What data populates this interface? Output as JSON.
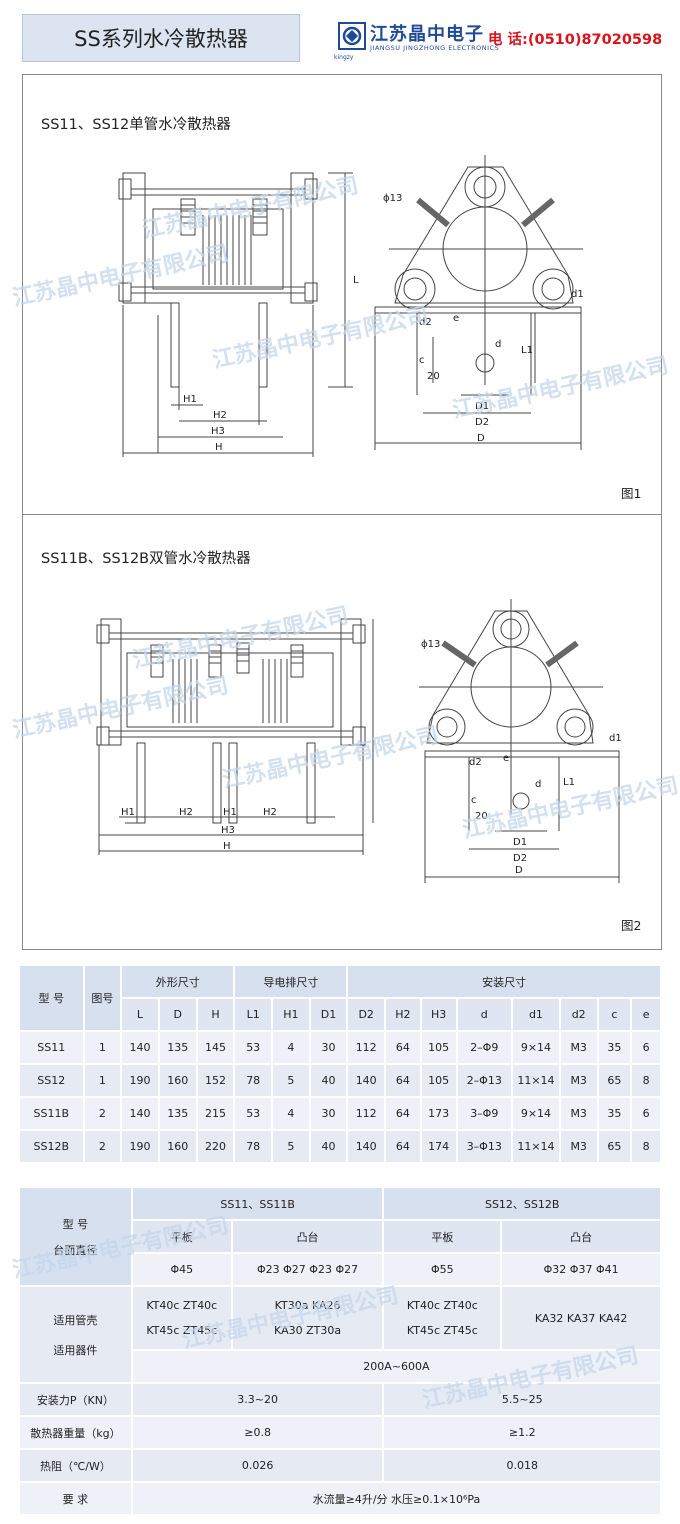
{
  "header": {
    "title": "SS系列水冷散热器",
    "company_cn": "江苏晶中电子",
    "company_en": "JIANGSU JINGZHONG ELECTRONICS",
    "logo_small": "kingzy",
    "phone": "电  话:(0510)87020598",
    "brand_color": "#1f4a97",
    "phone_color": "#d8141d"
  },
  "figure1": {
    "title": "SS11、SS12单管水冷散热器",
    "label": "图1",
    "dims": {
      "phi13": "ϕ13",
      "L": "L",
      "d1": "d1",
      "d2": "d2",
      "e": "e",
      "c": "c",
      "d": "d",
      "n20": "20",
      "L1": "L1",
      "H1": "H1",
      "H2": "H2",
      "H3": "H3",
      "H": "H",
      "D1": "D1",
      "D2": "D2",
      "D": "D"
    }
  },
  "figure2": {
    "title": "SS11B、SS12B双管水冷散热器",
    "label": "图2",
    "dims": {
      "phi13": "ϕ13",
      "d1": "d1",
      "d2": "d2",
      "e": "e",
      "c": "c",
      "d": "d",
      "n20": "20",
      "L1": "L1",
      "H1": "H1",
      "H2": "H2",
      "H3": "H3",
      "H": "H",
      "D1": "D1",
      "D2": "D2",
      "D": "D"
    }
  },
  "watermark": "江苏晶中电子有限公司",
  "table1": {
    "col_model": "型  号",
    "col_fig": "图号",
    "group_outer": "外形尺寸",
    "group_bus": "导电排尺寸",
    "group_install": "安装尺寸",
    "sub": [
      "L",
      "D",
      "H",
      "L1",
      "H1",
      "D1",
      "D2",
      "H2",
      "H3",
      "d",
      "d1",
      "d2",
      "c",
      "e"
    ],
    "rows": [
      [
        "SS11",
        "1",
        "140",
        "135",
        "145",
        "53",
        "4",
        "30",
        "112",
        "64",
        "105",
        "2–Φ9",
        "9×14",
        "M3",
        "35",
        "6"
      ],
      [
        "SS12",
        "1",
        "190",
        "160",
        "152",
        "78",
        "5",
        "40",
        "140",
        "64",
        "105",
        "2–Φ13",
        "11×14",
        "M3",
        "65",
        "8"
      ],
      [
        "SS11B",
        "2",
        "140",
        "135",
        "215",
        "53",
        "4",
        "30",
        "112",
        "64",
        "173",
        "3–Φ9",
        "9×14",
        "M3",
        "35",
        "6"
      ],
      [
        "SS12B",
        "2",
        "190",
        "160",
        "220",
        "78",
        "5",
        "40",
        "140",
        "64",
        "174",
        "3–Φ13",
        "11×14",
        "M3",
        "65",
        "8"
      ]
    ]
  },
  "table2": {
    "model_label": "型  号",
    "face_label": "台面直径",
    "group_a": "SS11、SS11B",
    "group_b": "SS12、SS12B",
    "flat": "平板",
    "boss": "凸台",
    "a_flat_dia": "Φ45",
    "a_boss_dia": "Φ23   Φ27   Φ23   Φ27",
    "b_flat_dia": "Φ55",
    "b_boss_dia": "Φ32     Φ37     Φ41",
    "shell_label": "适用管壳",
    "device_label": "适用器件",
    "a_flat_shell_1": "KT40c   ZT40c",
    "a_flat_shell_2": "KT45c   ZT45c",
    "a_boss_shell_1": "KT30a   KA26",
    "a_boss_shell_2": "KA30     ZT30a",
    "b_flat_shell_1": "KT40c   ZT40c",
    "b_flat_shell_2": "KT45c   ZT45c",
    "b_boss_shell": "KA32     KA37     KA42",
    "device_range": "200A~600A",
    "force_label": "安装力P（KN）",
    "force_a": "3.3~20",
    "force_b": "5.5~25",
    "weight_label": "散热器重量（kg）",
    "weight_a": "≥0.8",
    "weight_b": "≥1.2",
    "thermal_label": "热阻（℃/W）",
    "thermal_a": "0.026",
    "thermal_b": "0.018",
    "req_label": "要    求",
    "req_value": "水流量≥4升/分    水压≥0.1×10⁶Pa"
  }
}
